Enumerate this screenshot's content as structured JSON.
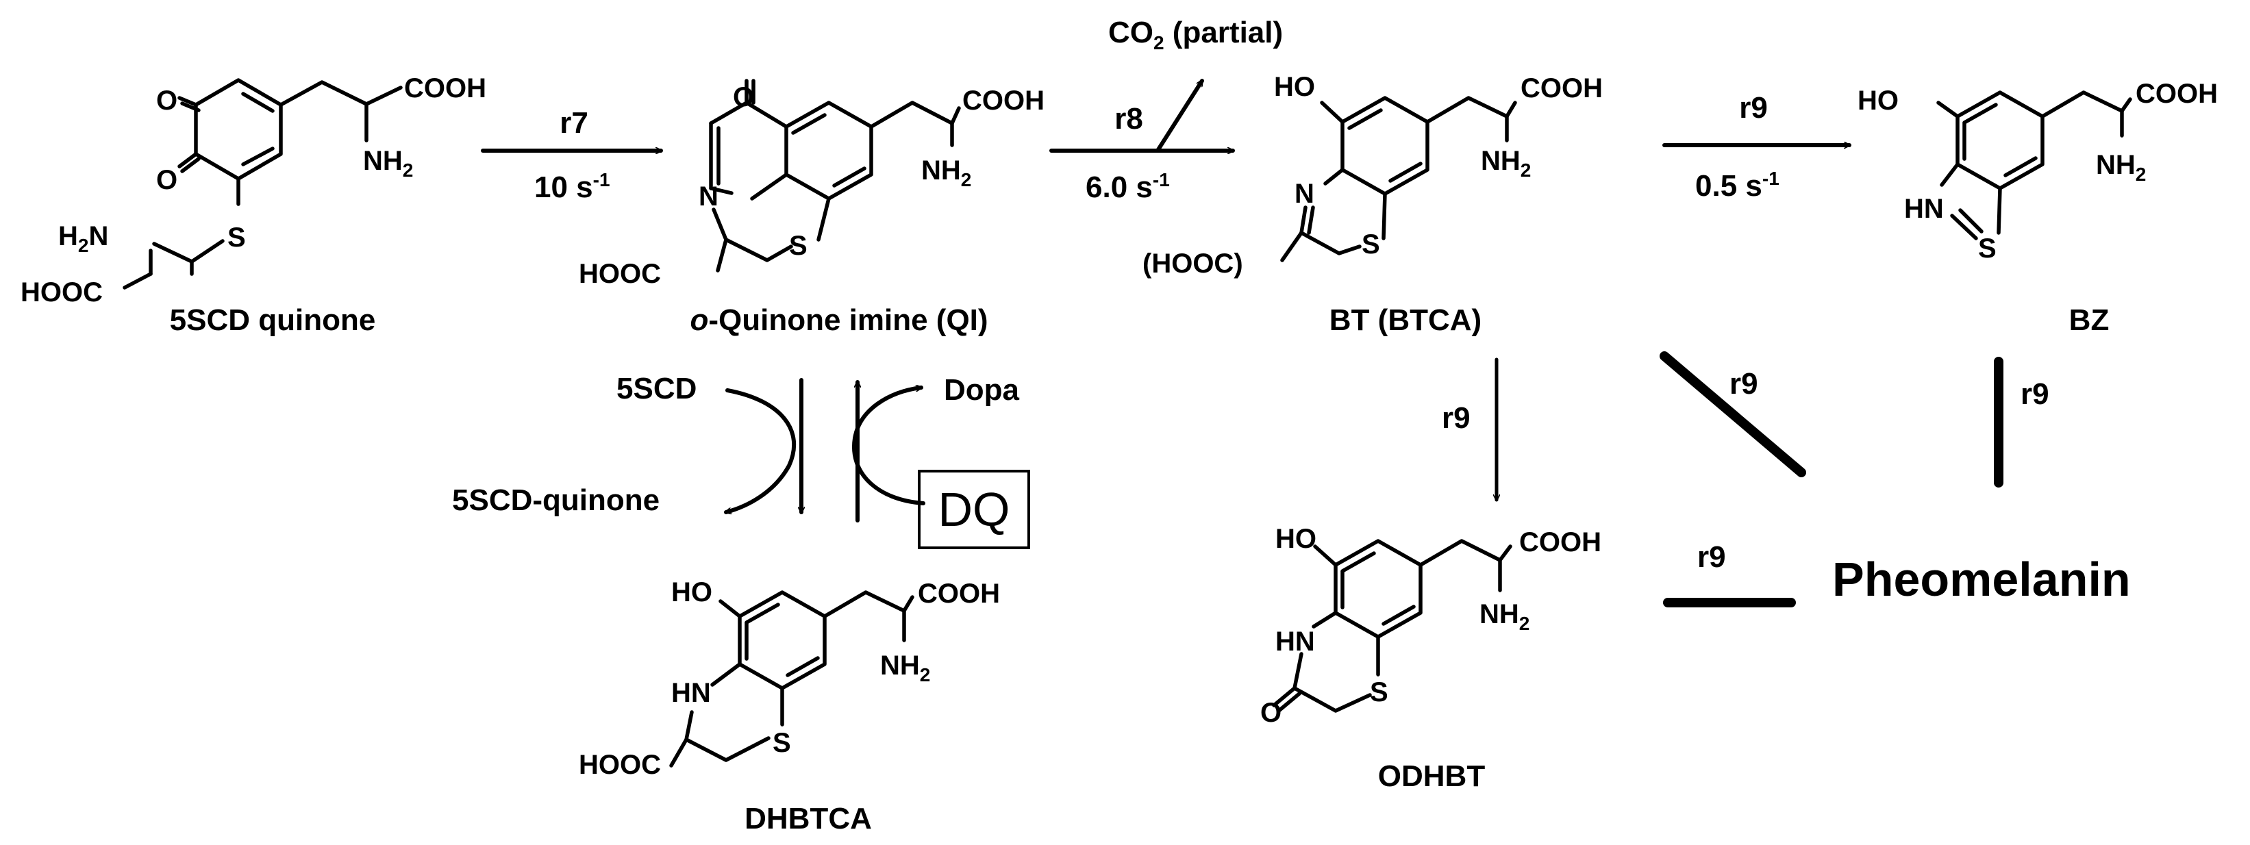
{
  "atoms": {
    "o": "O",
    "n": "N",
    "hn": "HN",
    "s": "S",
    "ho": "HO",
    "cooh": "COOH",
    "hooc": "HOOC",
    "hooc_paren": "(HOOC)",
    "nh2_main": "NH",
    "h2n_main": "H",
    "h2n_tail": "N",
    "sub2": "2"
  },
  "compounds": {
    "scd_quinone": "5SCD quinone",
    "qi_italic": "o",
    "qi_rest": "-Quinone imine (QI)",
    "bt": "BT (BTCA)",
    "bz": "BZ",
    "dhbtca": "DHBTCA",
    "odhbt": "ODHBT",
    "pheomelanin": "Pheomelanin"
  },
  "reactions": {
    "r7": {
      "label": "r7",
      "rate": "10 s",
      "exp": "-1"
    },
    "r8": {
      "label": "r8",
      "rate": "6.0 s",
      "exp": "-1"
    },
    "r9_top": {
      "label": "r9",
      "rate": "0.5 s",
      "exp": "-1"
    },
    "r9": "r9",
    "co2_main": "CO",
    "co2_sub": "2",
    "co2_rest": " (partial)"
  },
  "redox": {
    "scd": "5SCD",
    "scd_quinone": "5SCD-quinone",
    "dopa": "Dopa",
    "dq": "DQ"
  }
}
